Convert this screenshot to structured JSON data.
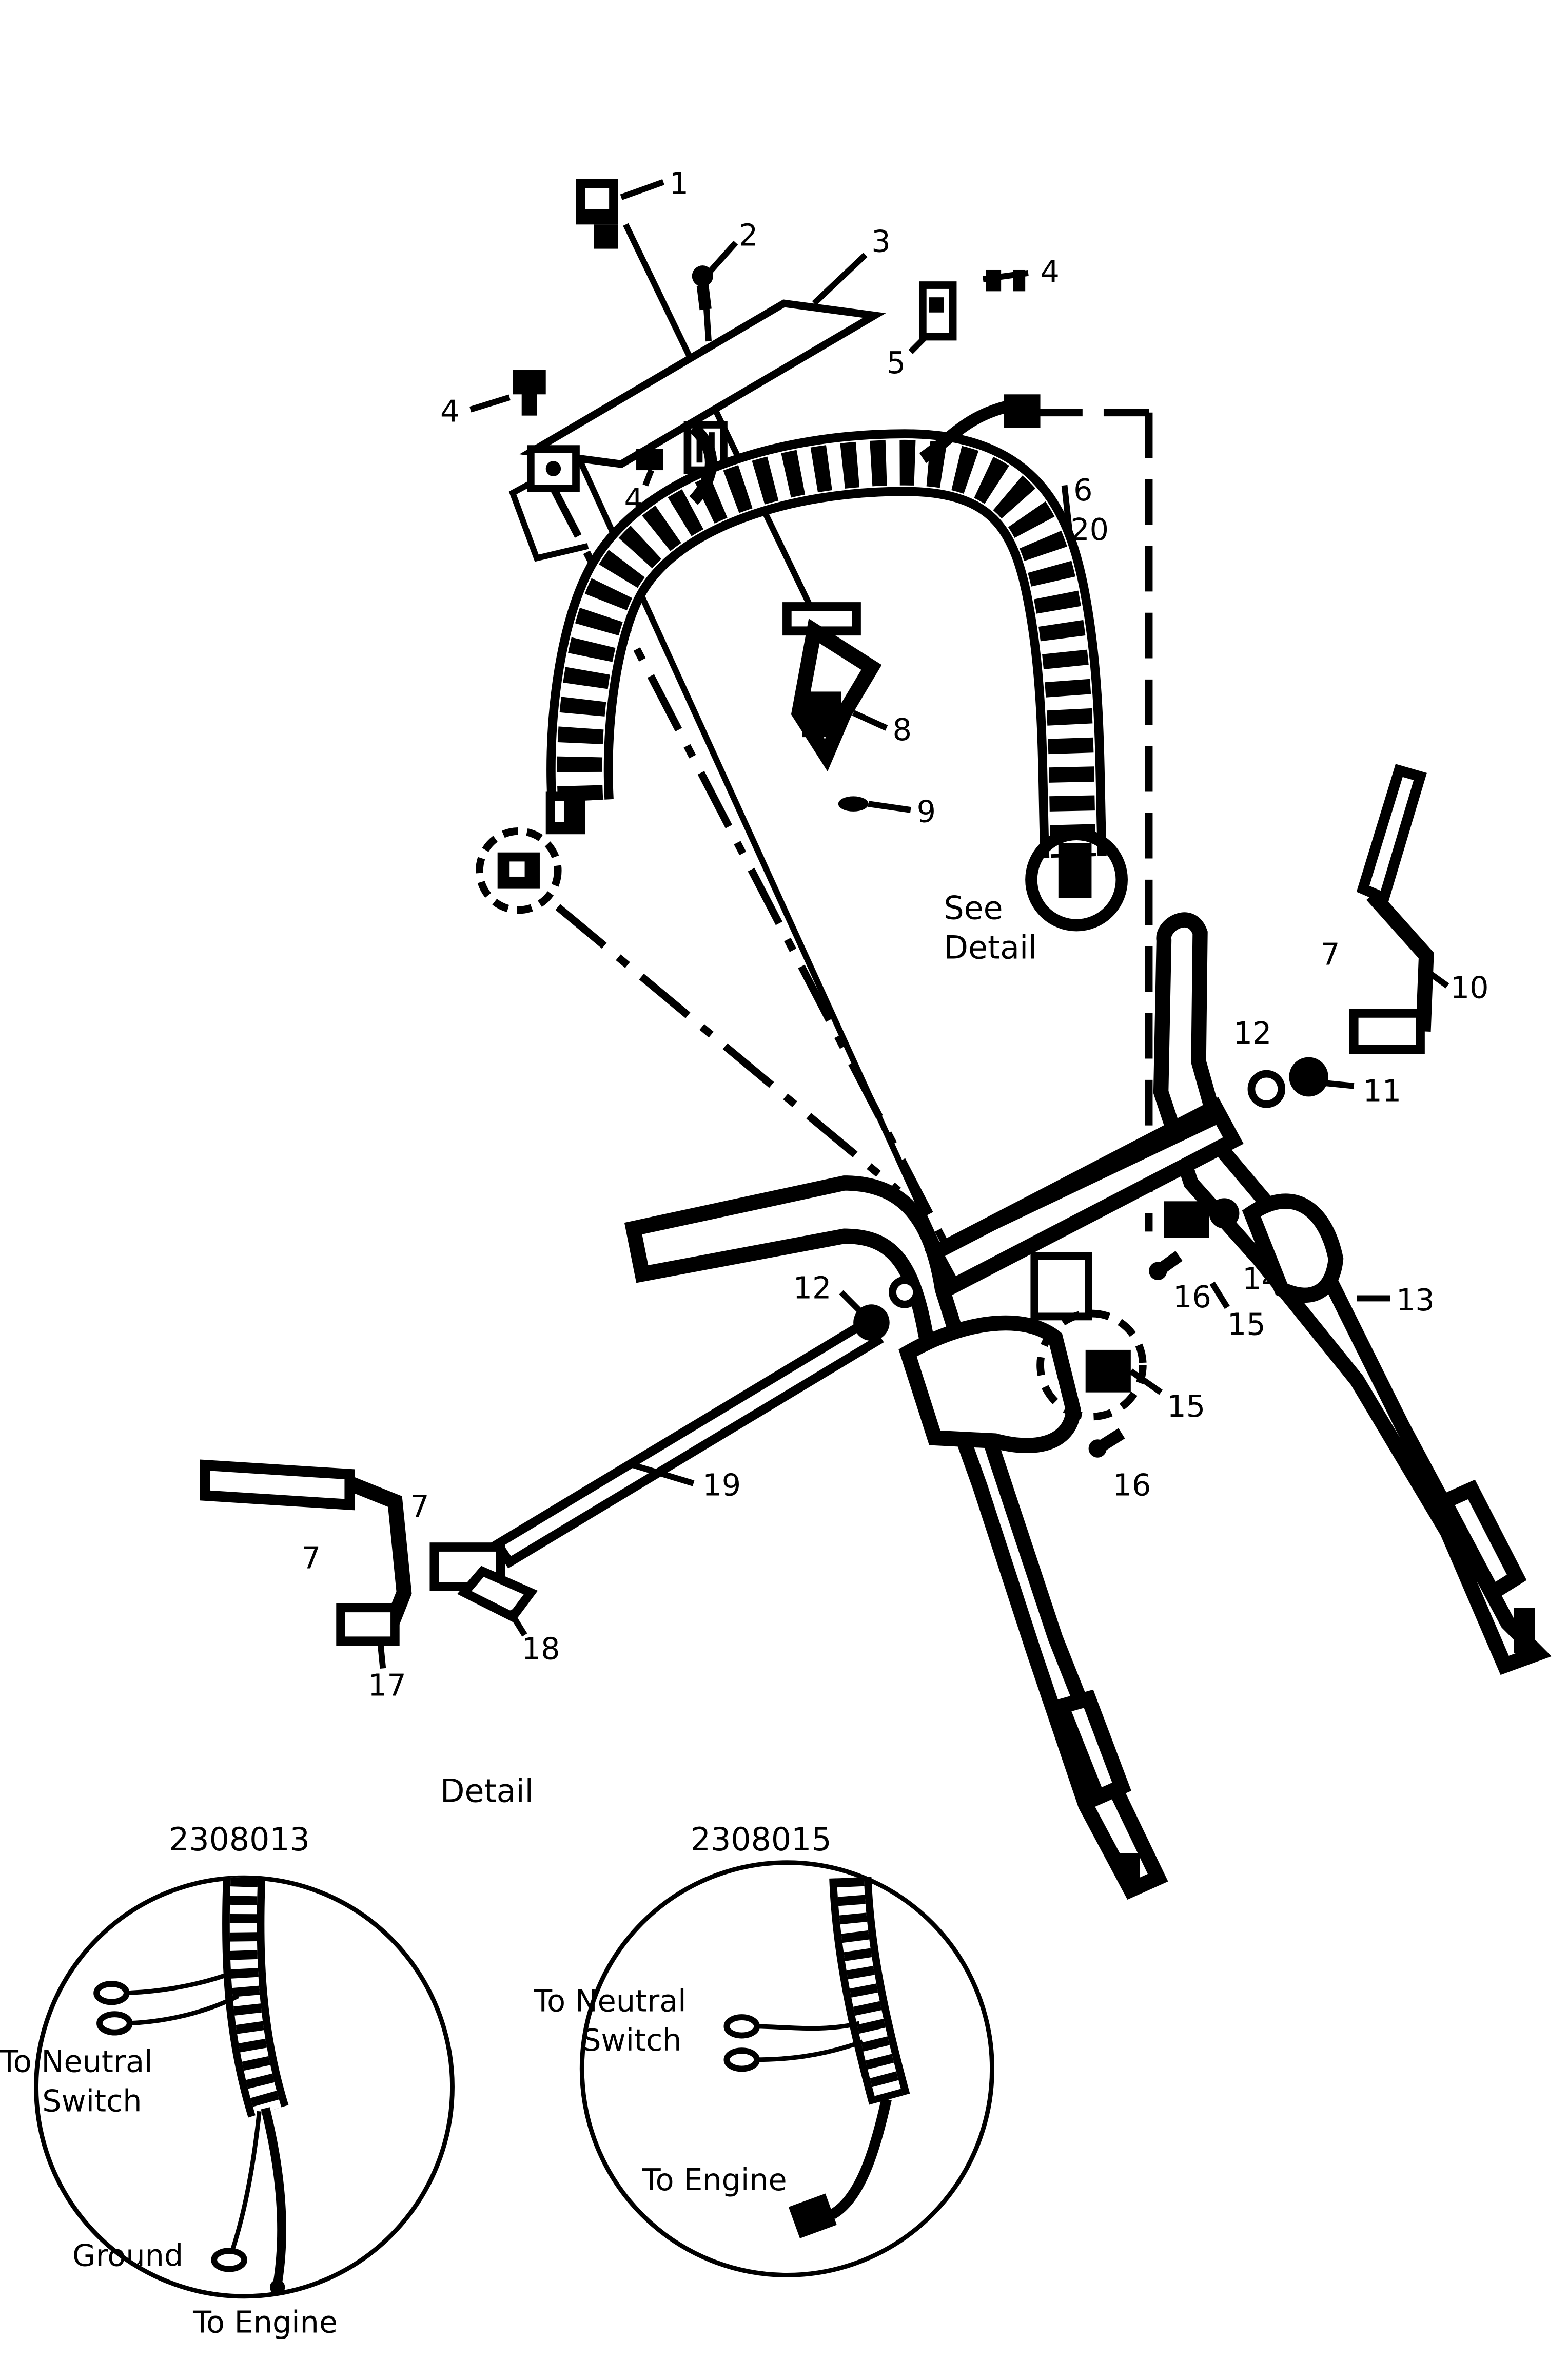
{
  "callouts": {
    "c1": "1",
    "c2": "2",
    "c3": "3",
    "c4a": "4",
    "c4b": "4",
    "c4c": "4",
    "c5": "5",
    "c6": "6",
    "c20": "20",
    "c7a": "7",
    "c7b": "7",
    "c7c": "7",
    "c8": "8",
    "c9": "9",
    "c10": "10",
    "c11": "11",
    "c12a": "12",
    "c12b": "12",
    "c13": "13",
    "c14": "14",
    "c15a": "15",
    "c15b": "15",
    "c16a": "16",
    "c16b": "16",
    "c17": "17",
    "c18": "18",
    "c19": "19"
  },
  "see_detail": [
    "See",
    "Detail"
  ],
  "detail": {
    "heading": "Detail",
    "left": {
      "part_number": "2308013",
      "neutral_label": [
        "To Neutral",
        "Switch"
      ],
      "ground_label": "Ground",
      "engine_label": "To Engine"
    },
    "right": {
      "part_number": "2308015",
      "neutral_label": [
        "To Neutral",
        "Switch"
      ],
      "engine_label": "To Engine"
    }
  }
}
